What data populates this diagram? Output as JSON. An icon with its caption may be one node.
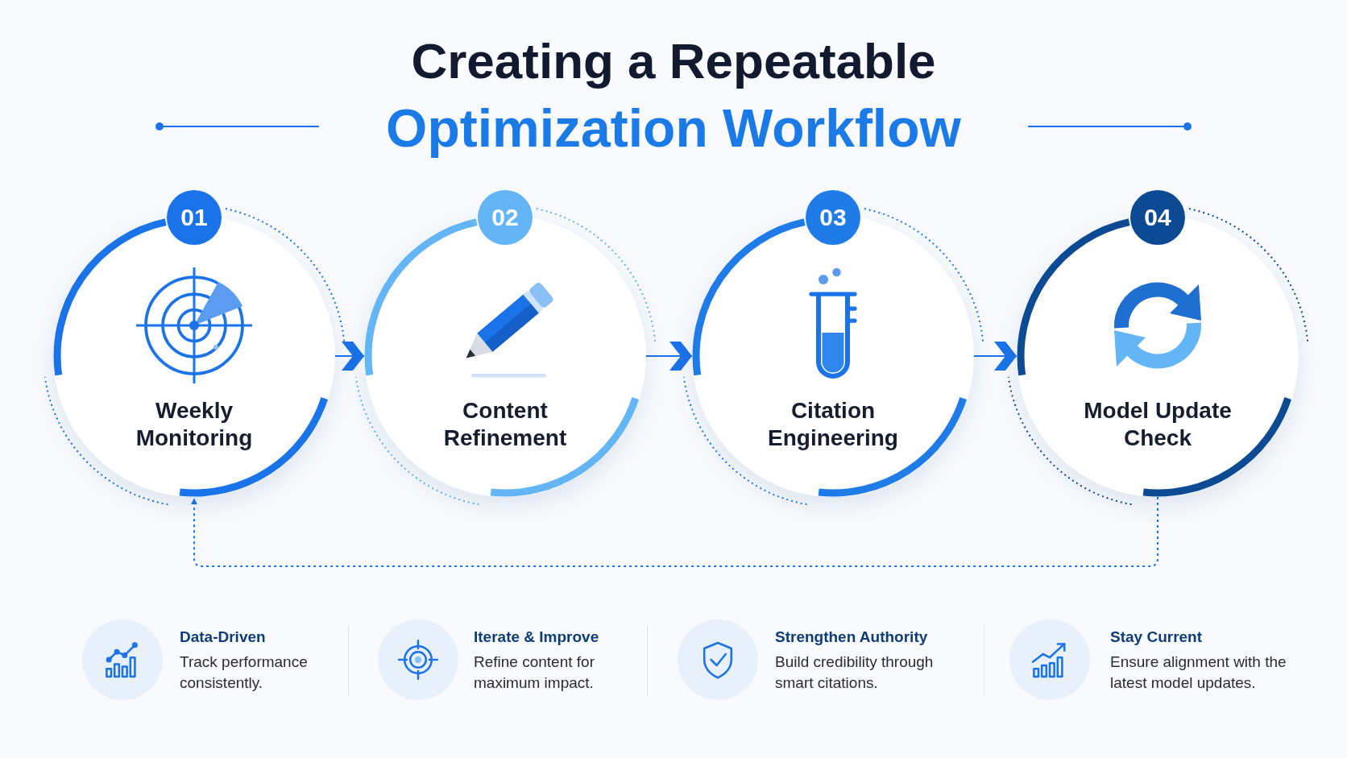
{
  "diagram": {
    "title": "Creating a Repeatable Optimization Workflow",
    "nodes": [
      {
        "text": [
          "01",
          "Weekly Monitoring"
        ]
      },
      {
        "text": [
          "02",
          "Content Refinement"
        ]
      },
      {
        "text": [
          "03",
          "Citation Engineering"
        ]
      },
      {
        "text": [
          "04",
          "Model Update Check"
        ]
      }
    ],
    "edges": [
      {
        "from": 0,
        "to": 1,
        "arrow": "to"
      },
      {
        "from": 1,
        "to": 2,
        "arrow": "to"
      },
      {
        "from": 2,
        "to": 3,
        "arrow": "to"
      },
      {
        "from": 3,
        "to": 0,
        "arrow": "to",
        "style": "dashed"
      }
    ],
    "labels": [
      "Data-Driven",
      "Track performance consistently.",
      "Iterate & Improve",
      "Refine content for maximum impact.",
      "Strengthen Authority",
      "Build credibility through smart citations.",
      "Stay Current",
      "Ensure alignment with the latest model updates."
    ]
  }
}
